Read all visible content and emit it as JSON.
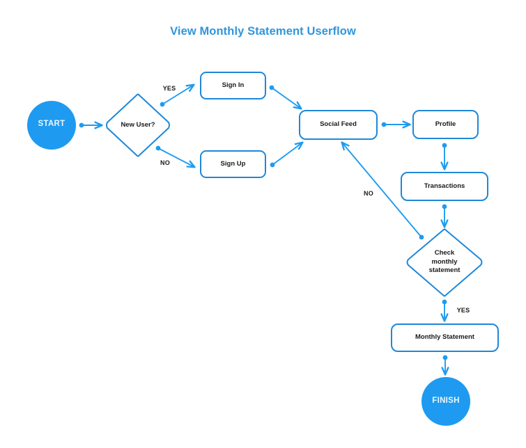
{
  "title": "View Monthly Statement Userflow",
  "theme": {
    "title_color": "#2f95dc",
    "stroke_color": "#1e88d8",
    "arrow_color": "#1e9bf0",
    "terminal_fill": "#1e9bf0",
    "terminal_text_color": "#eaf6ff",
    "node_text_color": "#18191a",
    "background": "#ffffff"
  },
  "nodes": {
    "start": {
      "label": "START",
      "shape": "circle"
    },
    "new_user": {
      "label": "New User?",
      "shape": "diamond"
    },
    "sign_in": {
      "label": "Sign In",
      "shape": "rounded-rect"
    },
    "sign_up": {
      "label": "Sign Up",
      "shape": "rounded-rect"
    },
    "social_feed": {
      "label": "Social Feed",
      "shape": "rounded-rect"
    },
    "profile": {
      "label": "Profile",
      "shape": "rounded-rect"
    },
    "transactions": {
      "label": "Transactions",
      "shape": "rounded-rect"
    },
    "check_statement": {
      "label_line1": "Check",
      "label_line2": "monthly",
      "label_line3": "statement",
      "shape": "diamond"
    },
    "monthly_statement": {
      "label": "Monthly Statement",
      "shape": "rounded-rect"
    },
    "finish": {
      "label": "FINISH",
      "shape": "circle"
    }
  },
  "edge_labels": {
    "new_user_yes": "YES",
    "new_user_no": "NO",
    "check_no": "NO",
    "check_yes": "YES"
  }
}
